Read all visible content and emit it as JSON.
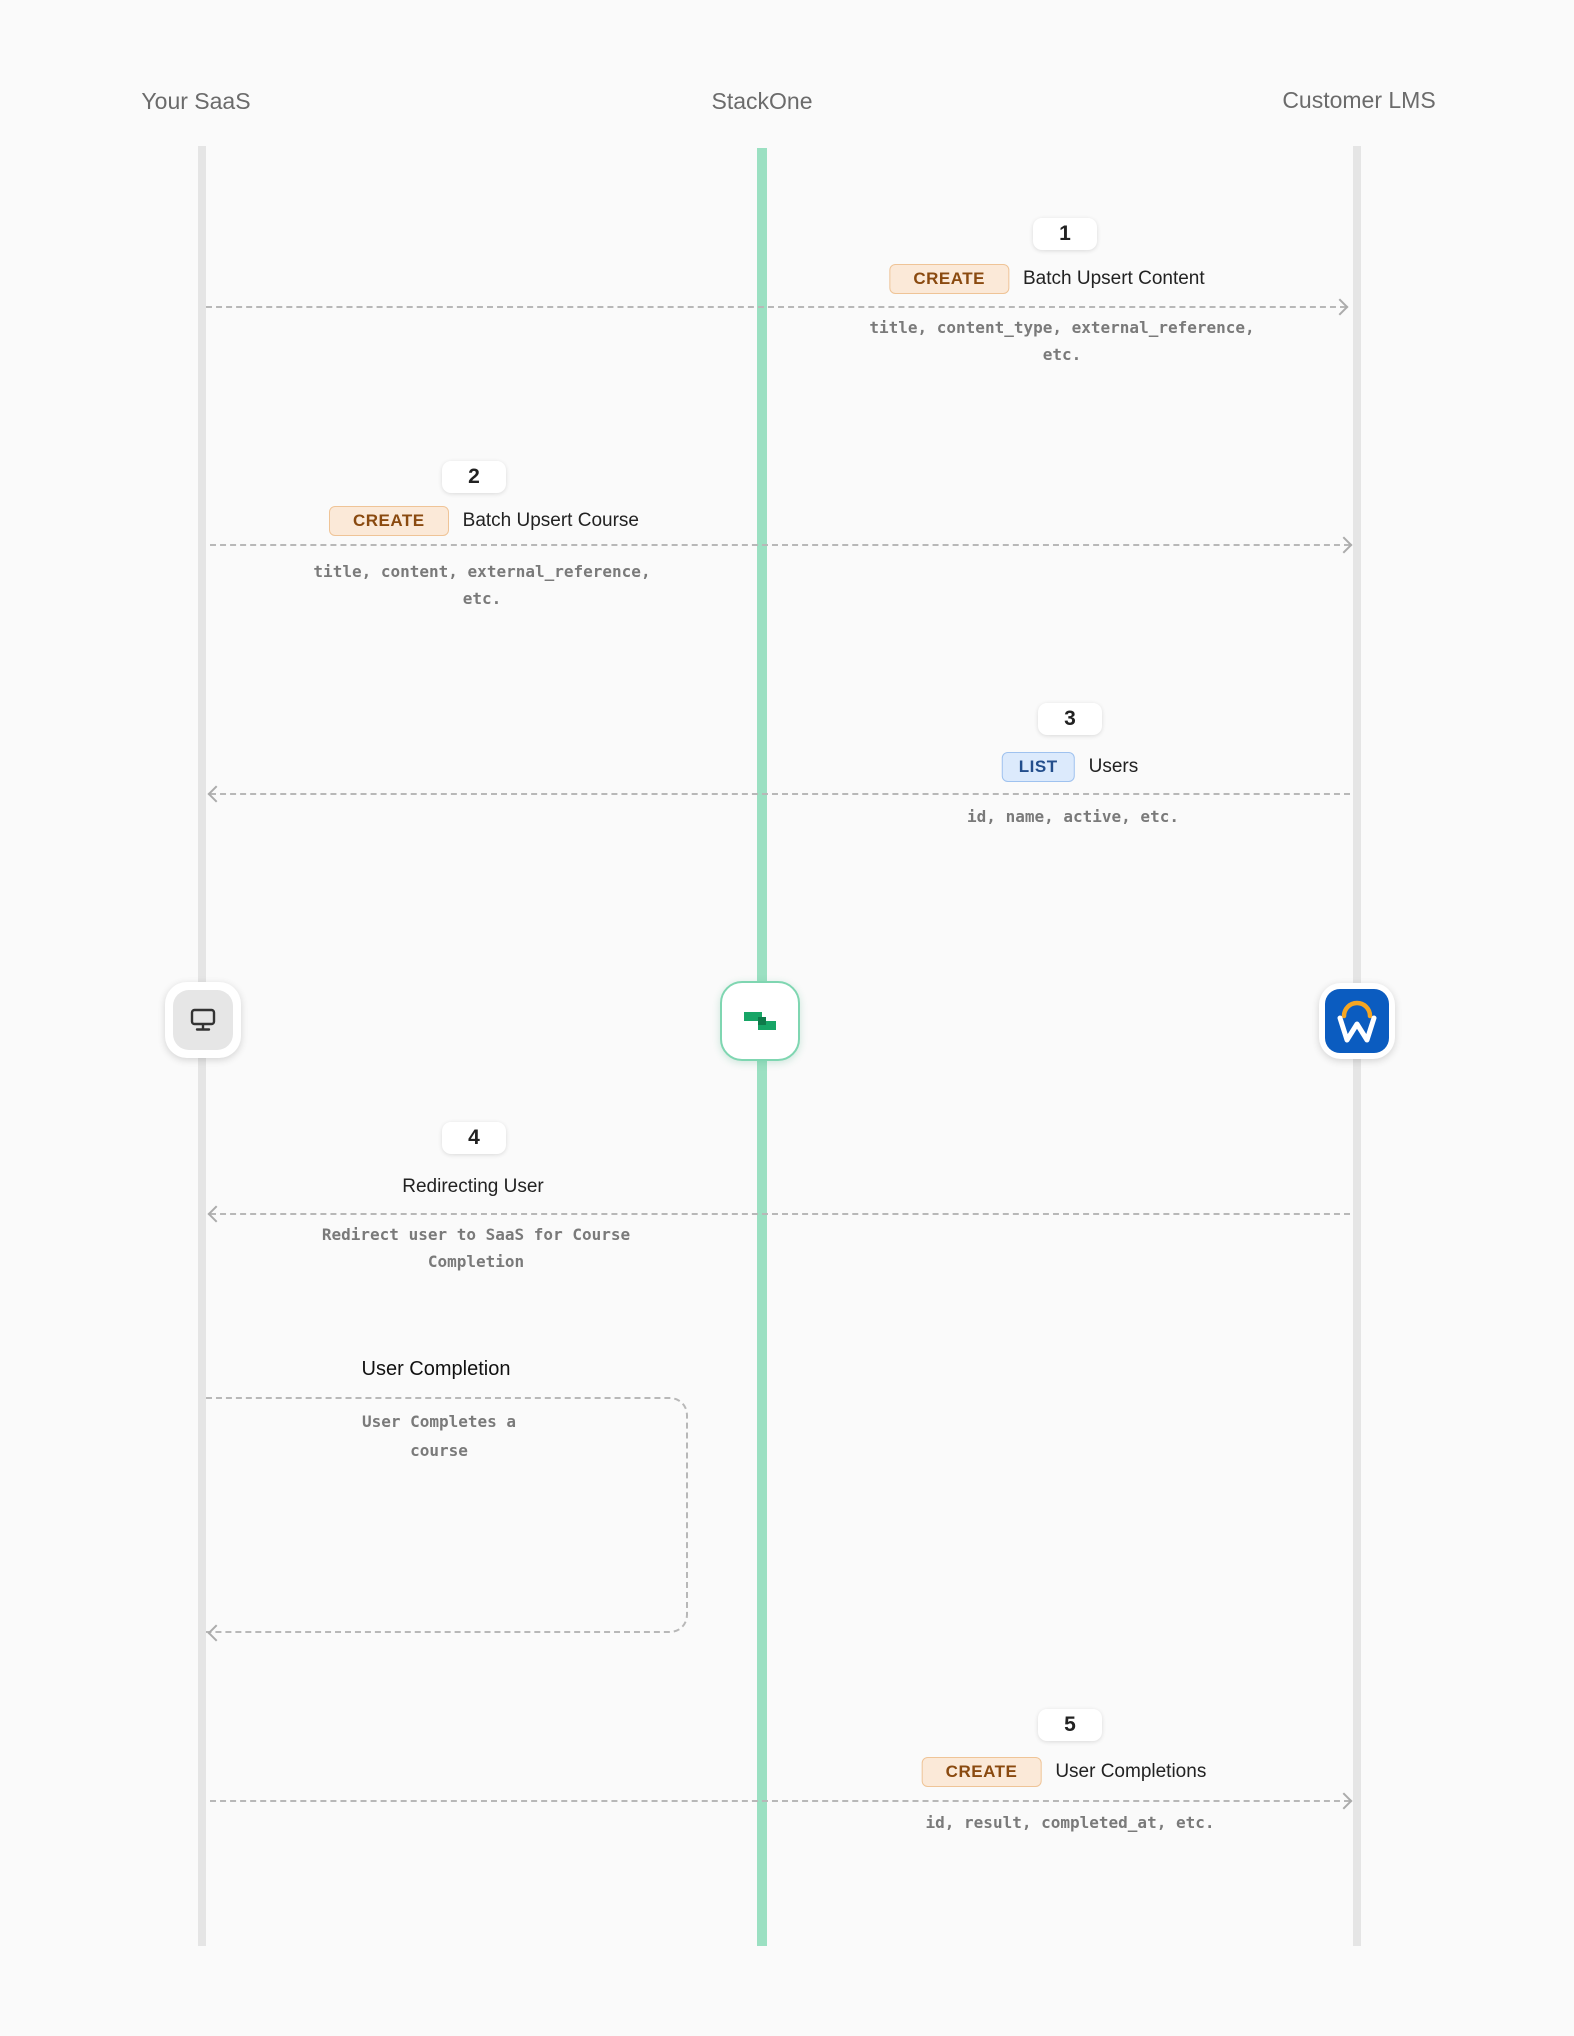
{
  "lanes": {
    "left": "Your SaaS",
    "center": "StackOne",
    "right": "Customer LMS"
  },
  "colors": {
    "center_lane": "#9be0c2",
    "create_badge": "#fbe9d8",
    "list_badge": "#dceafc",
    "workday_blue": "#0b5cc0",
    "workday_arc": "#f5a623"
  },
  "steps": [
    {
      "number": "1",
      "method": "CREATE",
      "name": "Batch Upsert Content",
      "fields": [
        "title, content_type, external_reference,",
        "etc."
      ],
      "direction": "left-to-right"
    },
    {
      "number": "2",
      "method": "CREATE",
      "name": "Batch Upsert Course",
      "fields": [
        "title, content, external_reference,",
        "etc."
      ],
      "direction": "left-to-right"
    },
    {
      "number": "3",
      "method": "LIST",
      "name": "Users",
      "fields": [
        "id, name, active, etc."
      ],
      "direction": "right-to-left"
    },
    {
      "number": "4",
      "method": "",
      "name": "Redirecting User",
      "fields": [
        "Redirect user to SaaS for Course",
        "Completion"
      ],
      "direction": "right-to-left"
    },
    {
      "number": "5",
      "method": "CREATE",
      "name": "User Completions",
      "fields": [
        "id, result, completed_at, etc."
      ],
      "direction": "left-to-right"
    }
  ],
  "completion": {
    "title": "User Completion",
    "text": [
      "User Completes a",
      "course"
    ]
  },
  "nodes": {
    "left_icon": "monitor-icon",
    "center_icon": "stackone-logo-icon",
    "right_icon": "workday-logo-icon"
  }
}
